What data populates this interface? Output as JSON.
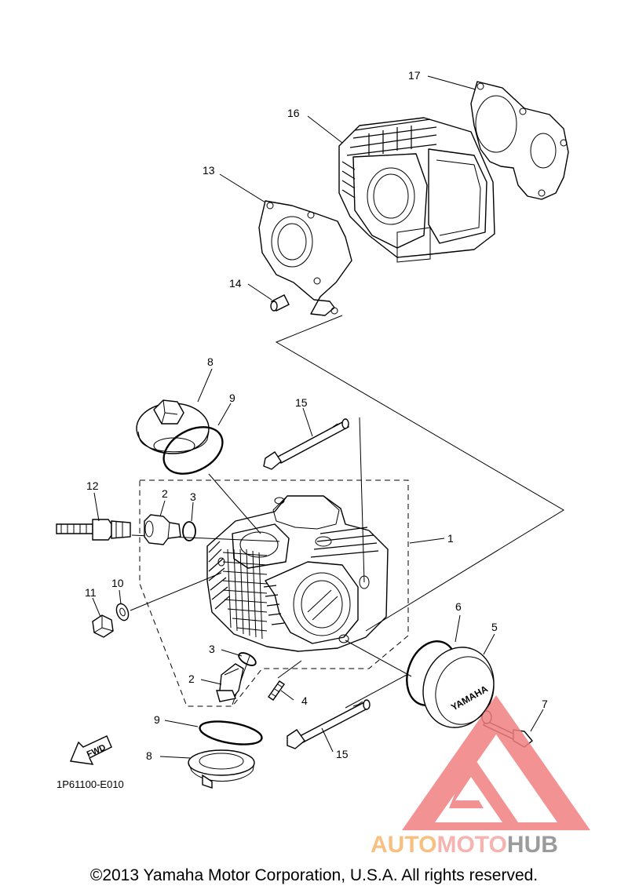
{
  "callouts": {
    "c1": "1",
    "c2a": "2",
    "c2b": "2",
    "c3a": "3",
    "c3b": "3",
    "c4": "4",
    "c5": "5",
    "c6": "6",
    "c7": "7",
    "c8a": "8",
    "c8b": "8",
    "c9a": "9",
    "c9b": "9",
    "c10": "10",
    "c11": "11",
    "c12": "12",
    "c13": "13",
    "c14": "14",
    "c15a": "15",
    "c15b": "15",
    "c16": "16",
    "c17": "17"
  },
  "diagram_code": "1P61100-E010",
  "fwd_label": "FWD",
  "cover_brand": "YAMAHA",
  "watermark": {
    "part1": "AUTO",
    "part2": "MOTO",
    "part3": "HUB",
    "color1": "#f7b66b",
    "color2": "#f4a7a2",
    "color3": "#8a8a8a",
    "triangle_color": "#f08080"
  },
  "copyright": "©2013 Yamaha Motor Corporation, U.S.A. All rights reserved."
}
